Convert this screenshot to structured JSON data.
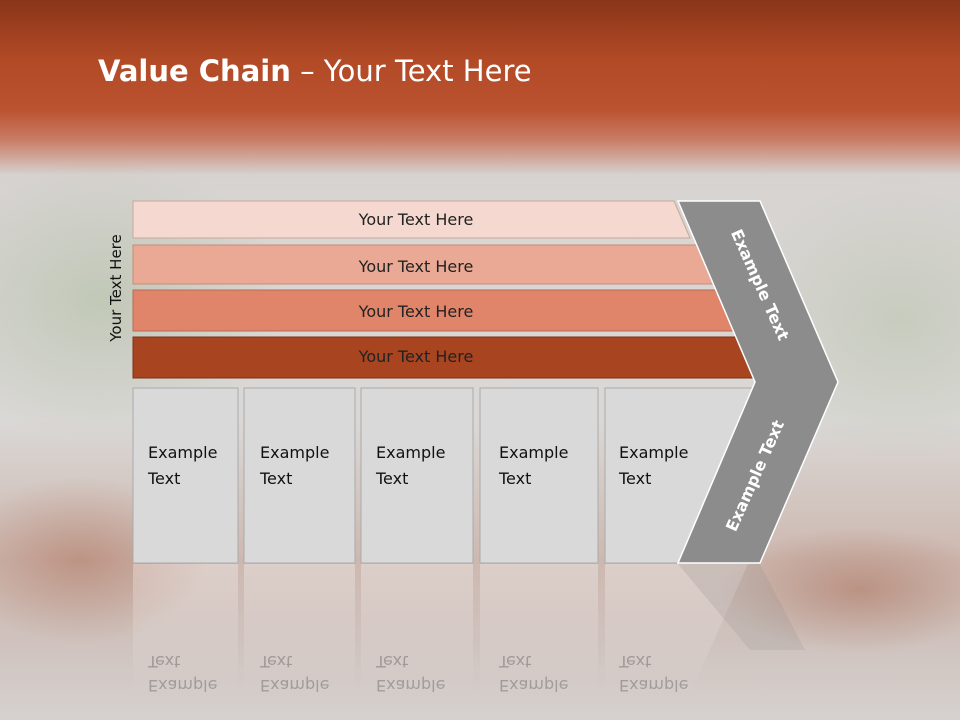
{
  "title": {
    "bold": "Value Chain",
    "rest": " – Your Text Here"
  },
  "side_label": "Your Text Here",
  "bars": [
    {
      "label": "Your Text Here",
      "color": "#f5d9d0"
    },
    {
      "label": "Your Text Here",
      "color": "#eaa994"
    },
    {
      "label": "Your Text Here",
      "color": "#e0856a"
    },
    {
      "label": "Your Text Here",
      "color": "#a8441f"
    }
  ],
  "boxes": [
    {
      "line1": "Example",
      "line2": "Text"
    },
    {
      "line1": "Example",
      "line2": "Text"
    },
    {
      "line1": "Example",
      "line2": "Text"
    },
    {
      "line1": "Example",
      "line2": "Text"
    },
    {
      "line1": "Example",
      "line2": "Text"
    }
  ],
  "chevron": {
    "upper_label": "Example Text",
    "lower_label": "Example Text",
    "color": "#8c8c8c"
  }
}
